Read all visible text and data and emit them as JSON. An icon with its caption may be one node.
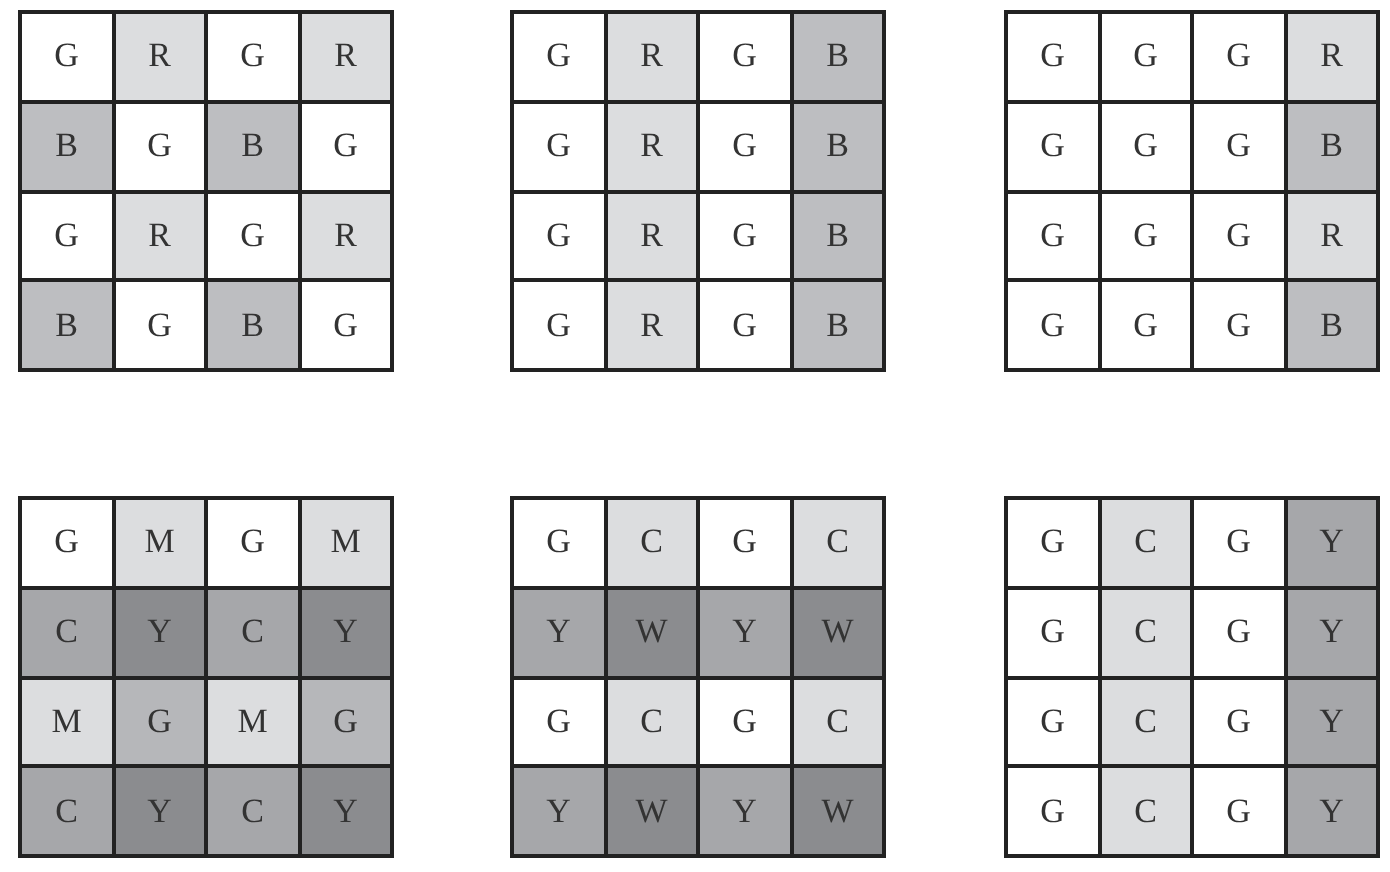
{
  "diagram": {
    "labels": [
      "G",
      "R",
      "G",
      "R",
      "B",
      "G",
      "B",
      "G",
      "G",
      "R",
      "G",
      "R",
      "B",
      "G",
      "B",
      "G",
      "G",
      "R",
      "G",
      "B",
      "G",
      "R",
      "G",
      "B",
      "G",
      "R",
      "G",
      "B",
      "G",
      "R",
      "G",
      "B",
      "G",
      "G",
      "G",
      "R",
      "G",
      "G",
      "G",
      "B",
      "G",
      "G",
      "G",
      "R",
      "G",
      "G",
      "G",
      "B",
      "G",
      "M",
      "G",
      "M",
      "C",
      "Y",
      "C",
      "Y",
      "M",
      "G",
      "M",
      "G",
      "C",
      "Y",
      "C",
      "Y",
      "G",
      "C",
      "G",
      "C",
      "Y",
      "W",
      "Y",
      "W",
      "G",
      "C",
      "G",
      "C",
      "Y",
      "W",
      "Y",
      "W",
      "G",
      "C",
      "G",
      "Y",
      "G",
      "C",
      "G",
      "Y",
      "G",
      "C",
      "G",
      "Y",
      "G",
      "C",
      "G",
      "Y"
    ]
  }
}
